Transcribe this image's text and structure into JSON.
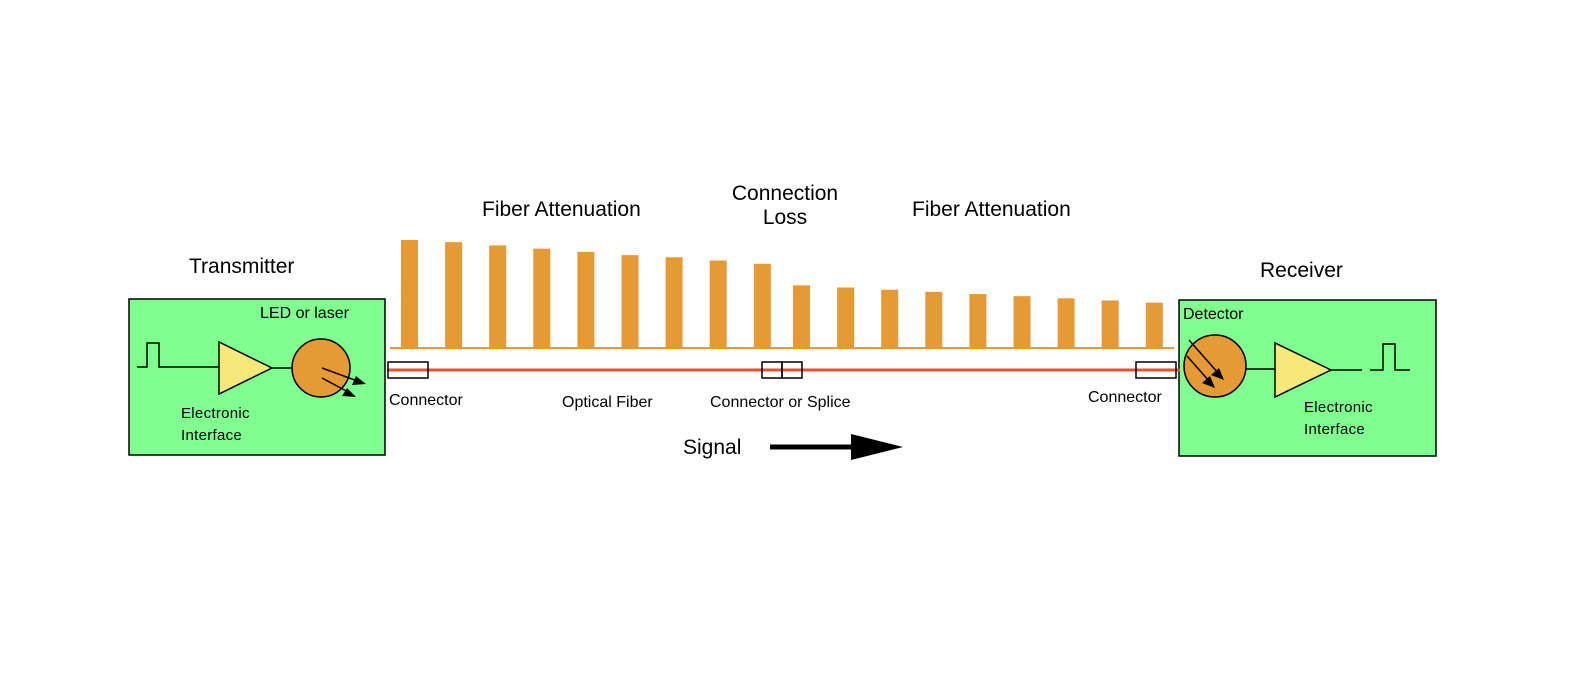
{
  "labels": {
    "transmitter": "Transmitter",
    "receiver": "Receiver",
    "fiber_attenuation_left": "Fiber Attenuation",
    "fiber_attenuation_right": "Fiber Attenuation",
    "connection_loss_line1": "Connection",
    "connection_loss_line2": "Loss",
    "led_or_laser": "LED or laser",
    "detector": "Detector",
    "tx_interface_line1": "Electronic",
    "tx_interface_line2": "Interface",
    "rx_interface_line1": "Electronic",
    "rx_interface_line2": "Interface",
    "connector_left": "Connector",
    "optical_fiber": "Optical Fiber",
    "connector_or_splice": "Connector or Splice",
    "connector_right": "Connector",
    "signal": "Signal"
  },
  "colors": {
    "box_fill": "#80ff90",
    "pulse": "#e59a35",
    "fiber": "#e0562e",
    "amplifier": "#f7e87a",
    "source": "#e59a35"
  },
  "pulses": {
    "before_connection": [
      1.0,
      0.98,
      0.95,
      0.92,
      0.89,
      0.86,
      0.84,
      0.81,
      0.78
    ],
    "after_connection": [
      0.58,
      0.56,
      0.54,
      0.52,
      0.5,
      0.48,
      0.46,
      0.44,
      0.42
    ]
  }
}
